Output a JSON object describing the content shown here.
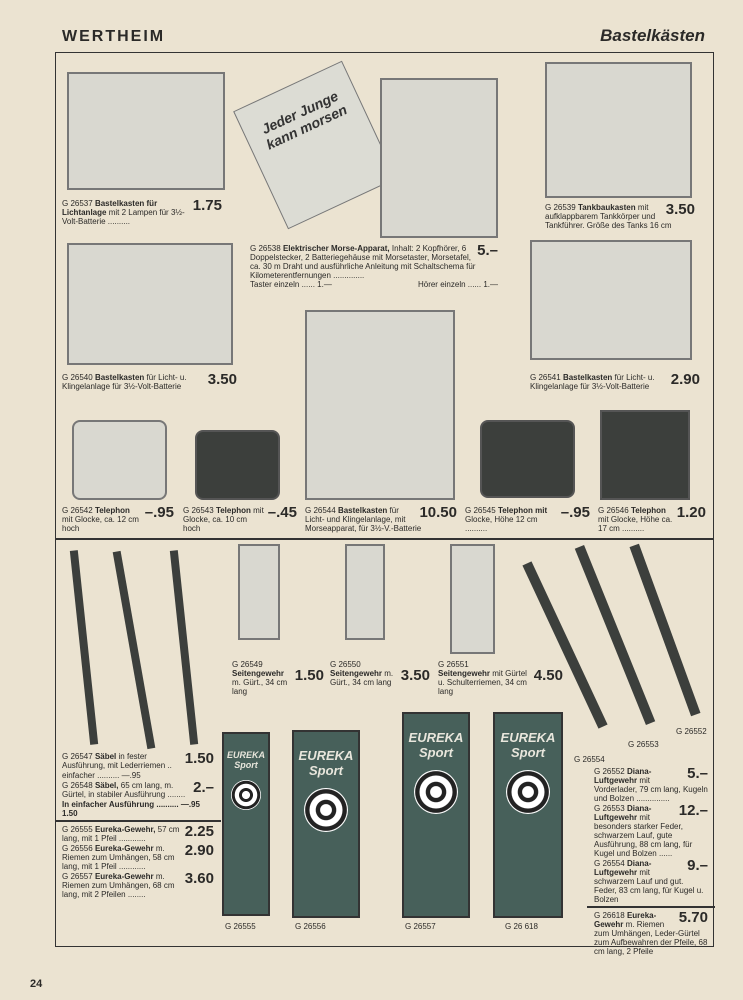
{
  "header": {
    "brand": "WERTHEIM",
    "section": "Bastelkästen"
  },
  "page_number": "24",
  "box_text": "Jeder Junge kann morsen",
  "eureka_text": {
    "brand": "EUREKA",
    "sub": "Sport"
  },
  "items": {
    "i26537": {
      "no": "G 26537",
      "name": "Bastelkasten für Lichtanlage",
      "desc": "mit 2 Lampen für 3½-Volt-Batterie ..........",
      "price": "1.75"
    },
    "i26538": {
      "no": "G 26538",
      "name": "Elektrischer Morse-Apparat,",
      "desc": "Inhalt: 2 Kopfhörer, 6 Doppelstecker, 2 Batteriegehäuse mit Morsetaster, Morsetafel, ca. 30 m Draht und ausführliche Anleitung mit Schaltschema für Kilometerentfernungen ..............",
      "price": "5.–",
      "extra1": "Taster einzeln ...... 1.—",
      "extra2": "Hörer einzeln ...... 1.—"
    },
    "i26539": {
      "no": "G 26539",
      "name": "Tankbaukasten",
      "desc": "mit aufklappbarem Tankkörper und Tankführer. Größe des Tanks 16 cm",
      "price": "3.50"
    },
    "i26540": {
      "no": "G 26540",
      "name": "Bastelkasten",
      "desc": "für Licht- u. Klingelanlage für 3½-Volt-Batterie",
      "price": "3.50"
    },
    "i26541": {
      "no": "G 26541",
      "name": "Bastelkasten",
      "desc": "für Licht- u. Klingelanlage für 3½-Volt-Batterie",
      "price": "2.90"
    },
    "i26542": {
      "no": "G 26542",
      "name": "Telephon",
      "desc": "mit Glocke, ca. 12 cm hoch",
      "price": "–.95"
    },
    "i26543": {
      "no": "G 26543",
      "name": "Telephon",
      "desc": "mit Glocke, ca. 10 cm hoch",
      "price": "–.45"
    },
    "i26544": {
      "no": "G 26544",
      "name": "Bastelkasten",
      "desc": "für Licht- und Klingelanlage, mit Morseapparat, für 3½-V.-Batterie",
      "price": "10.50"
    },
    "i26545": {
      "no": "G 26545",
      "name": "Telephon mit",
      "desc": "Glocke, Höhe 12 cm ..........",
      "price": "–.95"
    },
    "i26546": {
      "no": "G 26546",
      "name": "Telephon",
      "desc": "mit Glocke, Höhe ca. 17 cm ..........",
      "price": "1.20"
    },
    "i26549": {
      "no": "G 26549",
      "name": "Seitengewehr",
      "desc": "m. Gürt., 34 cm lang",
      "price": "1.50"
    },
    "i26550": {
      "no": "G 26550",
      "name": "Seitengewehr",
      "desc": "m. Gürt., 34 cm lang",
      "price": "3.50"
    },
    "i26551": {
      "no": "G 26551",
      "name": "Seitengewehr",
      "desc": "mit Gürtel u. Schulterriemen, 34 cm lang",
      "price": "4.50"
    },
    "i26547": {
      "no": "G 26547",
      "name": "Säbel",
      "desc": "in fester Ausführung, mit Lederriemen ..",
      "price": "1.50",
      "extra": "einfacher .......... —.95"
    },
    "i26548": {
      "no": "G 26548",
      "name": "Säbel,",
      "desc": "65 cm lang, m. Gürtel, in stabiler Ausführung ........",
      "price": "2.–",
      "extra": "In einfacher Ausführung .......... —.95  1.50"
    },
    "i26555": {
      "no": "G 26555",
      "name": "Eureka-Gewehr,",
      "desc": "57 cm lang, mit 1 Pfeil ............",
      "price": "2.25"
    },
    "i26556": {
      "no": "G 26556",
      "name": "Eureka-Gewehr",
      "desc": "m. Riemen zum Umhängen, 58 cm lang, mit 1 Pfeil ............",
      "price": "2.90"
    },
    "i26557": {
      "no": "G 26557",
      "name": "Eureka-Gewehr",
      "desc": "m. Riemen zum Umhängen, 68 cm lang, mit 2 Pfeilen ........",
      "price": "3.60"
    },
    "i26552": {
      "no": "G 26552",
      "name": "Diana-Luftgewehr",
      "desc": "mit Vorderlader, 79 cm lang, Kugeln und Bolzen ...............",
      "price": "5.–"
    },
    "i26553": {
      "no": "G 26553",
      "name": "Diana-Luftgewehr",
      "desc": "mit besonders starker Feder, schwarzem Lauf, gute Ausführung, 88 cm lang, für Kugel und Bolzen ......",
      "price": "12.–"
    },
    "i26554": {
      "no": "G 26554",
      "name": "Diana-Luftgewehr",
      "desc": "mit schwarzem Lauf und gut. Feder, 83 cm lang, für Kugel u. Bolzen",
      "price": "9.–"
    },
    "i26618": {
      "no": "G 26618",
      "name": "Eureka-Gewehr",
      "desc": "m. Riemen zum Umhängen, Leder-Gürtel zum Aufbewahren der Pfeile, 68 cm lang, 2 Pfeile",
      "price": "5.70"
    }
  },
  "image_labels": {
    "l26555": "G 26555",
    "l26556": "G 26556",
    "l26557": "G 26557",
    "l26618": "G 26 618",
    "l26553": "G 26553",
    "l26552": "G 26552",
    "l26554": "G 26554"
  }
}
